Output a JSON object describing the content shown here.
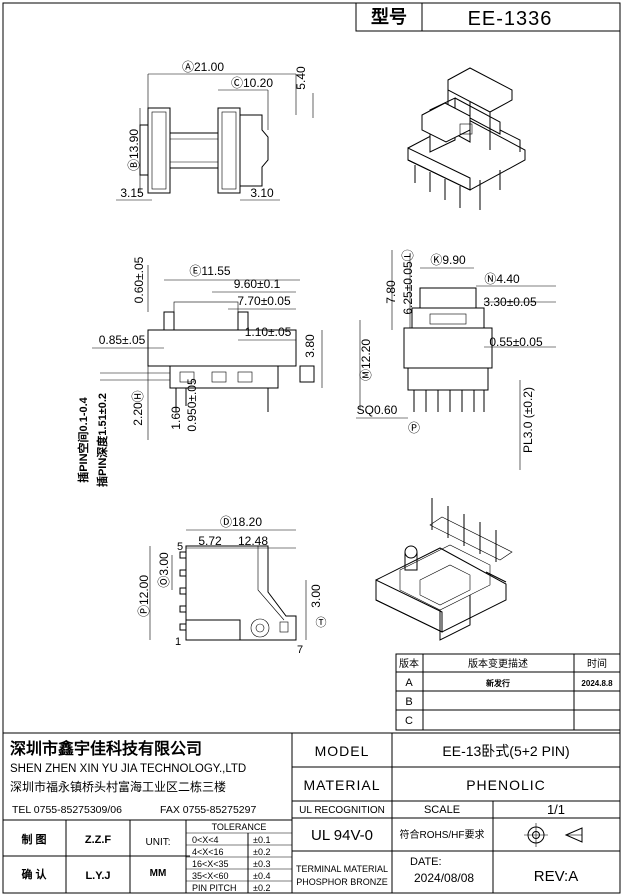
{
  "header": {
    "type_label": "型号",
    "model_code": "EE-1336"
  },
  "view1": {
    "d_a": "Ⓐ21.00",
    "d_c": "Ⓒ10.20",
    "d_d": "5.40",
    "d_b": "Ⓑ13.90",
    "d_315": "3.15",
    "d_310": "3.10"
  },
  "view2": {
    "d_e": "Ⓔ11.55",
    "d_f": "9.60±0.1",
    "d_g": "7.70±0.05",
    "d_060": "0.60±.05",
    "d_085": "0.85±.05",
    "d_110": "1.10±.05",
    "d_380": "3.80",
    "d_220": "2.20Ⓗ",
    "d_160": "1.60",
    "d_0950": "0.950±.05",
    "pin_gap": "插PIN空间0.1-0.4",
    "pin_depth": "插PIN深度1.51±0.2"
  },
  "view3": {
    "d_k": "Ⓚ9.90",
    "d_n": "Ⓝ4.40",
    "d_330": "3.30±0.05",
    "d_780": "7.80",
    "d_625": "6.25±0.05Ⓛ",
    "d_055": "0.55±0.05",
    "d_1220": "Ⓜ12.20",
    "d_sq": "SQ0.60",
    "d_pl": "PL3.0 (±0.2)"
  },
  "view4": {
    "d_1820": "Ⓓ18.20",
    "d_572": "5.72",
    "d_1248": "12.48",
    "d_300v": "Ⓞ3.00",
    "d_1200": "Ⓟ12.00",
    "d_300r": "3.00",
    "pin5": "5",
    "pin1": "1",
    "pin7": "7"
  },
  "revision": {
    "h_ver": "版本",
    "h_desc": "版本变更描述",
    "h_time": "时间",
    "rows": [
      {
        "ver": "A",
        "desc": "新发行",
        "time": "2024.8.8"
      },
      {
        "ver": "B",
        "desc": "",
        "time": ""
      },
      {
        "ver": "C",
        "desc": "",
        "time": ""
      }
    ]
  },
  "titleblock": {
    "company_cn": "深圳市鑫宇佳科技有限公司",
    "company_en": "SHEN ZHEN XIN YU JIA TECHNOLOGY.,LTD",
    "address": "深圳市福永镇桥头村富海工业区二栋三楼",
    "tel": "TEL 0755-85275309/06",
    "fax": "FAX 0755-85275297",
    "model_label": "MODEL",
    "model_value": "EE-13卧式(5+2 PIN)",
    "material_label": "MATERIAL",
    "material_value": "PHENOLIC",
    "ul_label": "UL RECOGNITION",
    "scale_label": "SCALE",
    "scale_value": "1/1",
    "ul_value": "UL 94V-0",
    "rohs": "符合ROHS/HF要求",
    "terminal_1": "TERMINAL MATERIAL",
    "terminal_2": "PHOSPHOR BRONZE",
    "date_label": "DATE:",
    "date_value": "2024/08/08",
    "rev": "REV:A",
    "draw_label": "制 图",
    "draw_name": "Z.Z.F",
    "confirm_label": "确 认",
    "confirm_name": "L.Y.J",
    "unit_label": "UNIT:",
    "unit_value": "MM",
    "tol_title": "TOLERANCE",
    "tol_rows": [
      {
        "range": "0<X<4",
        "tol": "±0.1"
      },
      {
        "range": "4<X<16",
        "tol": "±0.2"
      },
      {
        "range": "16<X<35",
        "tol": "±0.3"
      },
      {
        "range": "35<X<60",
        "tol": "±0.4"
      },
      {
        "range": "PIN PITCH",
        "tol": "±0.2"
      }
    ]
  }
}
